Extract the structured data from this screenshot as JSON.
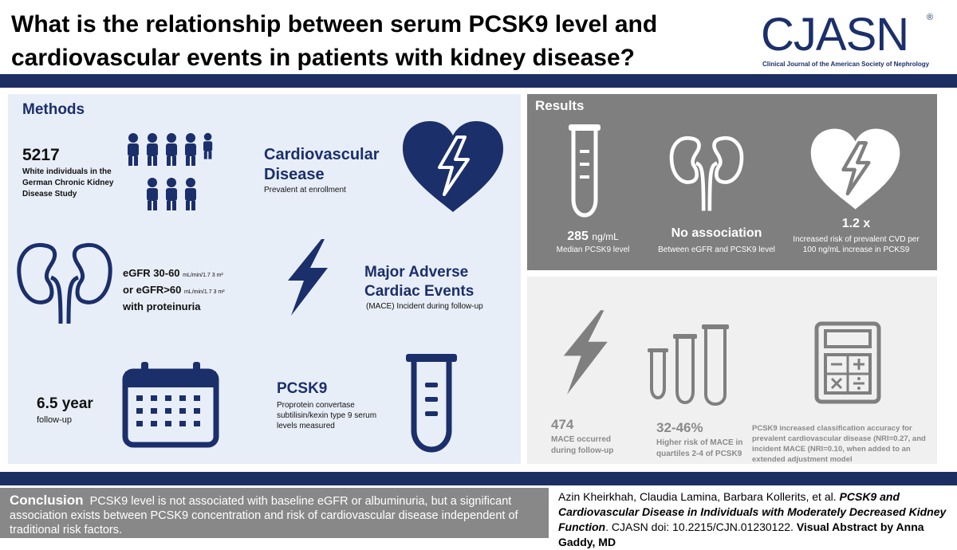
{
  "header": {
    "title": "What is the relationship between serum PCSK9 level and cardiovascular events in patients with kidney disease?",
    "logo": "CJASN",
    "logo_mark": "®",
    "logo_subtitle": "Clinical Journal of the American Society of Nephrology"
  },
  "methods": {
    "heading": "Methods",
    "cohort_number": "5217",
    "cohort_text": "White individuals in the German Chronic Kidney Disease Study",
    "cvd_title": "Cardiovascular Disease",
    "cvd_text": "Prevalent at enrollment",
    "egfr_line1": "eGFR 30-60",
    "egfr_unit1": "mL/min/1.7 3 m²",
    "egfr_line2": "or eGFR>60",
    "egfr_unit2": "mL/min/1.7 3 m²",
    "egfr_line3": "with proteinuria",
    "mace_title": "Major Adverse Cardiac Events",
    "mace_text": "(MACE) Incident during follow-up",
    "followup_number": "6.5 year",
    "followup_text": "follow-up",
    "pcsk9_title": "PCSK9",
    "pcsk9_text": "Proprotein convertase subtilisin/kexin type 9 serum levels measured"
  },
  "results": {
    "heading": "Results",
    "r1_value": "285",
    "r1_unit": "ng/mL",
    "r1_text": "Median PCSK9 level",
    "r2_value": "No association",
    "r2_text": "Between eGFR and PCSK9 level",
    "r3_value": "1.2 x",
    "r3_text": "Increased risk of prevalent CVD per 100 ng/mL increase in PCKS9",
    "r4_value": "474",
    "r4_text": "MACE occurred during follow-up",
    "r5_value": "32-46%",
    "r5_text": "Higher risk of MACE in quartiles 2-4 of PCSK9",
    "r6_text": "PCSK9 increased classification accuracy for prevalent cardiovascular disease (NRI=0.27, and incident MACE (NRI=0.10, when added to an extended adjustment model"
  },
  "conclusion": {
    "label": "Conclusion",
    "text": "PCSK9 level is not associated with baseline eGFR or albuminuria, but a significant association exists between PCSK9 concentration and risk of cardiovascular disease independent of traditional risk factors."
  },
  "citation": {
    "authors": "Azin Kheirkhah, Claudia Lamina, Barbara Kollerits, et al.",
    "title": "PCSK9 and Cardiovascular Disease in Individuals with Moderately Decreased Kidney Function",
    "journal": ". CJASN doi: 10.2215/CJN.01230122.",
    "credit": "Visual Abstract by Anna Gaddy, MD"
  },
  "colors": {
    "navy": "#1b2f6b",
    "band": "#1c2e62",
    "methods_bg": "#e8eef8",
    "results_bg": "#7f7f7f",
    "results2_bg": "#f0f0f0",
    "conclusion_bg": "#888888"
  },
  "icons": [
    "people-icon",
    "heart-bolt-icon",
    "kidney-icon",
    "lightning-icon",
    "calendar-icon",
    "test-tube-icon",
    "calculator-icon"
  ]
}
